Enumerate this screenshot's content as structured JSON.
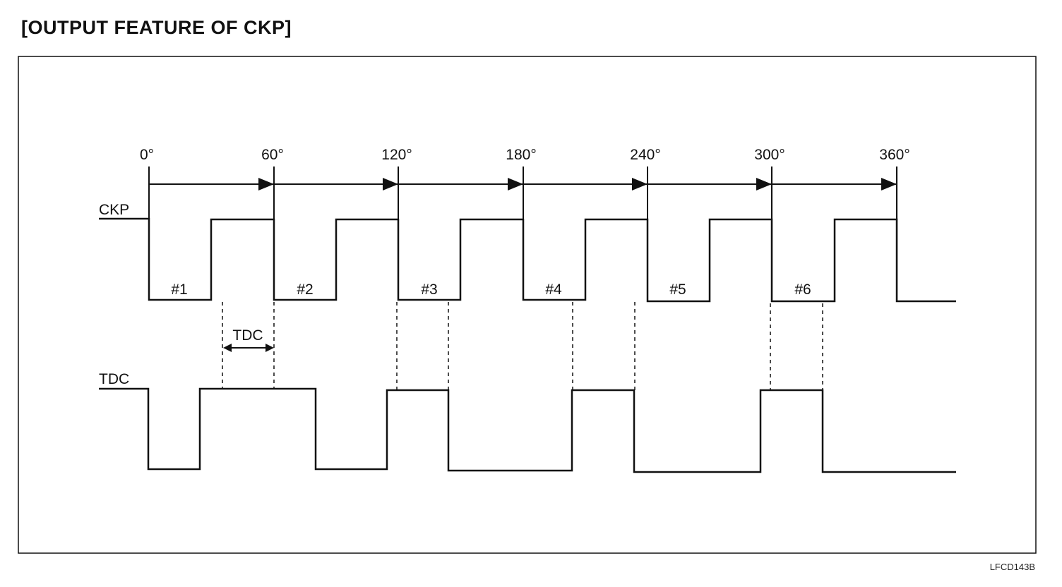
{
  "title": "[OUTPUT FEATURE OF CKP]",
  "figure_code": "LFCD143B",
  "signals": {
    "ckp_label": "CKP",
    "tdc_label": "TDC"
  },
  "tdc_marker_label": "TDC",
  "angles": [
    "0°",
    "60°",
    "120°",
    "180°",
    "240°",
    "300°",
    "360°"
  ],
  "cylinders": [
    "#1",
    "#2",
    "#3",
    "#4",
    "#5",
    "#6"
  ]
}
